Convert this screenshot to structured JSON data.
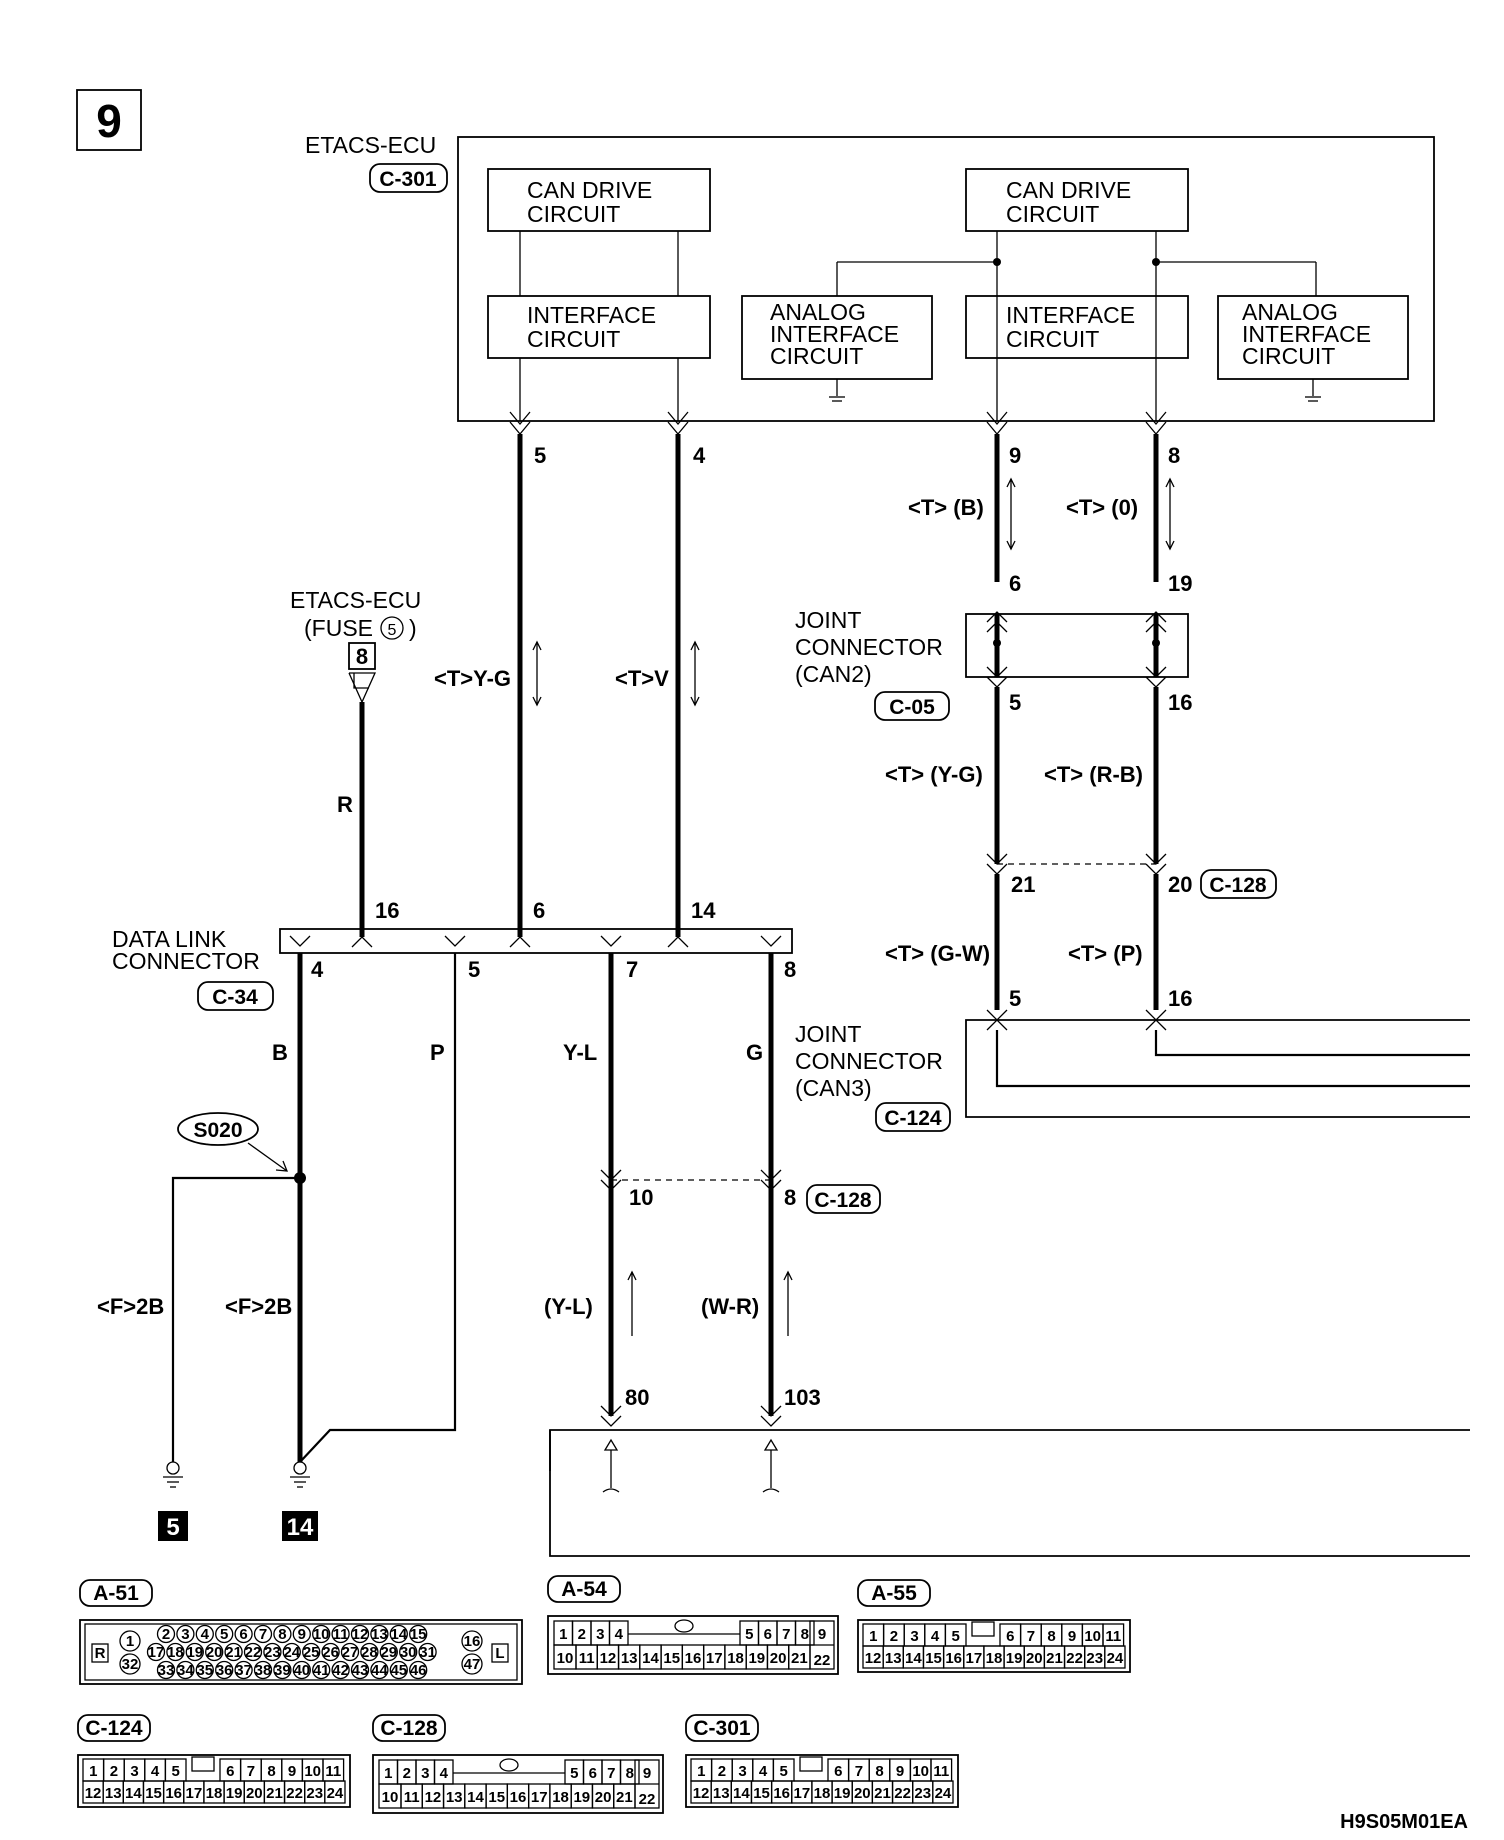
{
  "page": {
    "number": "9",
    "code": "H9S05M01EA"
  },
  "ecu": {
    "name": "ETACS-ECU",
    "connector": "C-301",
    "circuits": {
      "can_drive_1": "CAN DRIVE\nCIRCUIT",
      "interface_1": "INTERFACE\nCIRCUIT",
      "analog_1": "ANALOG\nINTERFACE\nCIRCUIT",
      "can_drive_2": "CAN DRIVE\nCIRCUIT",
      "interface_2": "INTERFACE\nCIRCUIT",
      "analog_2": "ANALOG\nINTERFACE\nCIRCUIT"
    },
    "pins": [
      "5",
      "4",
      "9",
      "8"
    ]
  },
  "fuse": {
    "label1": "ETACS-ECU",
    "label2": "(FUSE",
    "fuse_number": "5",
    "label3": ")",
    "terminal": "8"
  },
  "wires": {
    "fuse_wire": "R",
    "ecu5": "<T>Y-G",
    "ecu4": "<T>V",
    "ecu9": "<T> (B)",
    "ecu8": "<T> (0)",
    "can2_5": "<T> (Y-G)",
    "can2_16": "<T> (R-B)",
    "c128_21": "<T> (G-W)",
    "c128_20": "<T> (P)",
    "dlc4": "B",
    "dlc5": "P",
    "dlc7": "Y-L",
    "dlc8": "G",
    "ground1": "<F>2B",
    "ground2": "<F>2B",
    "lower1": "(Y-L)",
    "lower2": "(W-R)"
  },
  "joint_can2": {
    "label": "JOINT\nCONNECTOR\n(CAN2)",
    "connector": "C-05",
    "pins_top": [
      "6",
      "19"
    ],
    "pins_bottom": [
      "5",
      "16"
    ]
  },
  "c128_upper": {
    "connector": "C-128",
    "pins": [
      "21",
      "20"
    ]
  },
  "joint_can3": {
    "label": "JOINT\nCONNECTOR\n(CAN3)",
    "connector": "C-124",
    "pins": [
      "5",
      "16"
    ]
  },
  "dlc": {
    "label": "DATA LINK\nCONNECTOR",
    "connector": "C-34",
    "top_pins": [
      "16",
      "6",
      "14"
    ],
    "bottom_pins": [
      "4",
      "5",
      "7",
      "8"
    ]
  },
  "c128_lower": {
    "connector": "C-128",
    "pins": [
      "10",
      "8"
    ]
  },
  "splice": "S020",
  "grounds": [
    "5",
    "14"
  ],
  "bottom_pins": [
    "80",
    "103"
  ],
  "connector_views": {
    "A-51": {
      "id": "A-51",
      "left_mark": "R",
      "right_mark": "L",
      "left_pins": [
        "1",
        "32"
      ],
      "right_pins": [
        "16",
        "47"
      ],
      "rows": [
        [
          "2",
          "3",
          "4",
          "5",
          "6",
          "7",
          "8",
          "9",
          "10",
          "11",
          "12",
          "13",
          "14",
          "15"
        ],
        [
          "17",
          "18",
          "19",
          "20",
          "21",
          "22",
          "23",
          "24",
          "25",
          "26",
          "27",
          "28",
          "29",
          "30",
          "31"
        ],
        [
          "33",
          "34",
          "35",
          "36",
          "37",
          "38",
          "39",
          "40",
          "41",
          "42",
          "43",
          "44",
          "45",
          "46"
        ]
      ]
    },
    "A-54": {
      "id": "A-54",
      "top_left": [
        "1",
        "2",
        "3",
        "4"
      ],
      "top_right": [
        "5",
        "6",
        "7",
        "8"
      ],
      "top_end": "9",
      "bottom_start": "10",
      "bottom": [
        "11",
        "12",
        "13",
        "14",
        "15",
        "16",
        "17",
        "18",
        "19",
        "20",
        "21"
      ],
      "bottom_end": "22"
    },
    "A-55": {
      "id": "A-55",
      "top_left": [
        "1",
        "2",
        "3",
        "4",
        "5"
      ],
      "top_right": [
        "6",
        "7",
        "8",
        "9",
        "10",
        "11"
      ],
      "bottom": [
        "12",
        "13",
        "14",
        "15",
        "16",
        "17",
        "18",
        "19",
        "20",
        "21",
        "22",
        "23",
        "24"
      ]
    },
    "C-124": {
      "id": "C-124",
      "top_left": [
        "1",
        "2",
        "3",
        "4",
        "5"
      ],
      "top_right": [
        "6",
        "7",
        "8",
        "9",
        "10",
        "11"
      ],
      "bottom": [
        "12",
        "13",
        "14",
        "15",
        "16",
        "17",
        "18",
        "19",
        "20",
        "21",
        "22",
        "23",
        "24"
      ]
    },
    "C-128": {
      "id": "C-128",
      "top_left": [
        "1",
        "2",
        "3",
        "4"
      ],
      "top_right": [
        "5",
        "6",
        "7",
        "8"
      ],
      "top_end": "9",
      "bottom_start": "10",
      "bottom": [
        "11",
        "12",
        "13",
        "14",
        "15",
        "16",
        "17",
        "18",
        "19",
        "20",
        "21"
      ],
      "bottom_end": "22"
    },
    "C-301": {
      "id": "C-301",
      "top_left": [
        "1",
        "2",
        "3",
        "4",
        "5"
      ],
      "top_right": [
        "6",
        "7",
        "8",
        "9",
        "10",
        "11"
      ],
      "bottom": [
        "12",
        "13",
        "14",
        "15",
        "16",
        "17",
        "18",
        "19",
        "20",
        "21",
        "22",
        "23",
        "24"
      ]
    }
  }
}
